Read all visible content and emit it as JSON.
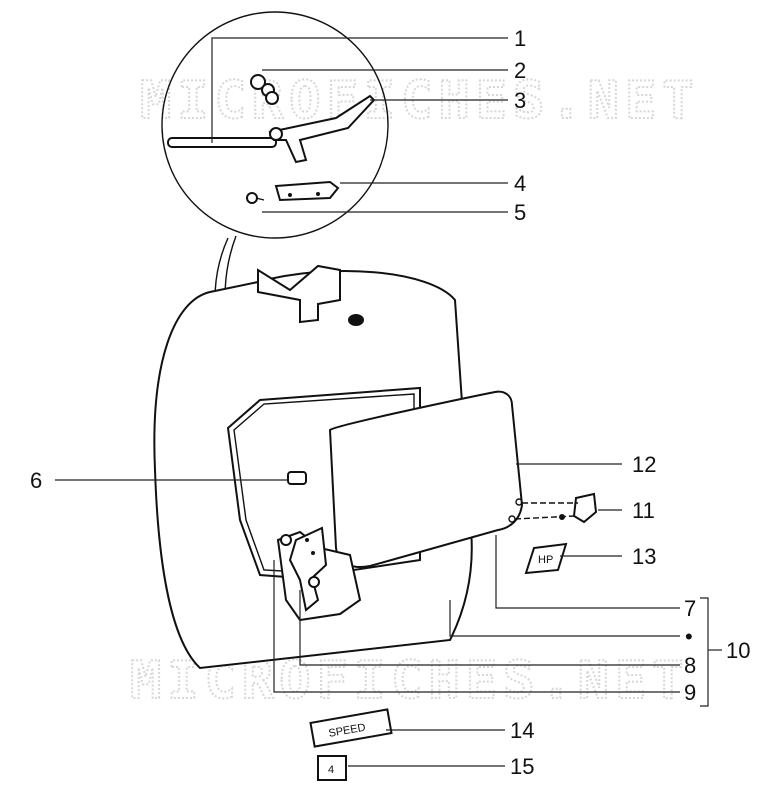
{
  "watermark": "MICROFICHES.NET",
  "callouts": [
    "1",
    "2",
    "3",
    "4",
    "5",
    "6",
    "7",
    "8",
    "9",
    "10",
    "11",
    "12",
    "13",
    "14",
    "15"
  ],
  "bullet": "•",
  "decals": {
    "hp": "HP",
    "speed": "SPEED",
    "gear": "4"
  },
  "icons": [
    "lever-rod-icon",
    "spring-icon",
    "latch-icon",
    "bracket-icon",
    "screw-icon",
    "clip-icon",
    "panel-icon"
  ]
}
